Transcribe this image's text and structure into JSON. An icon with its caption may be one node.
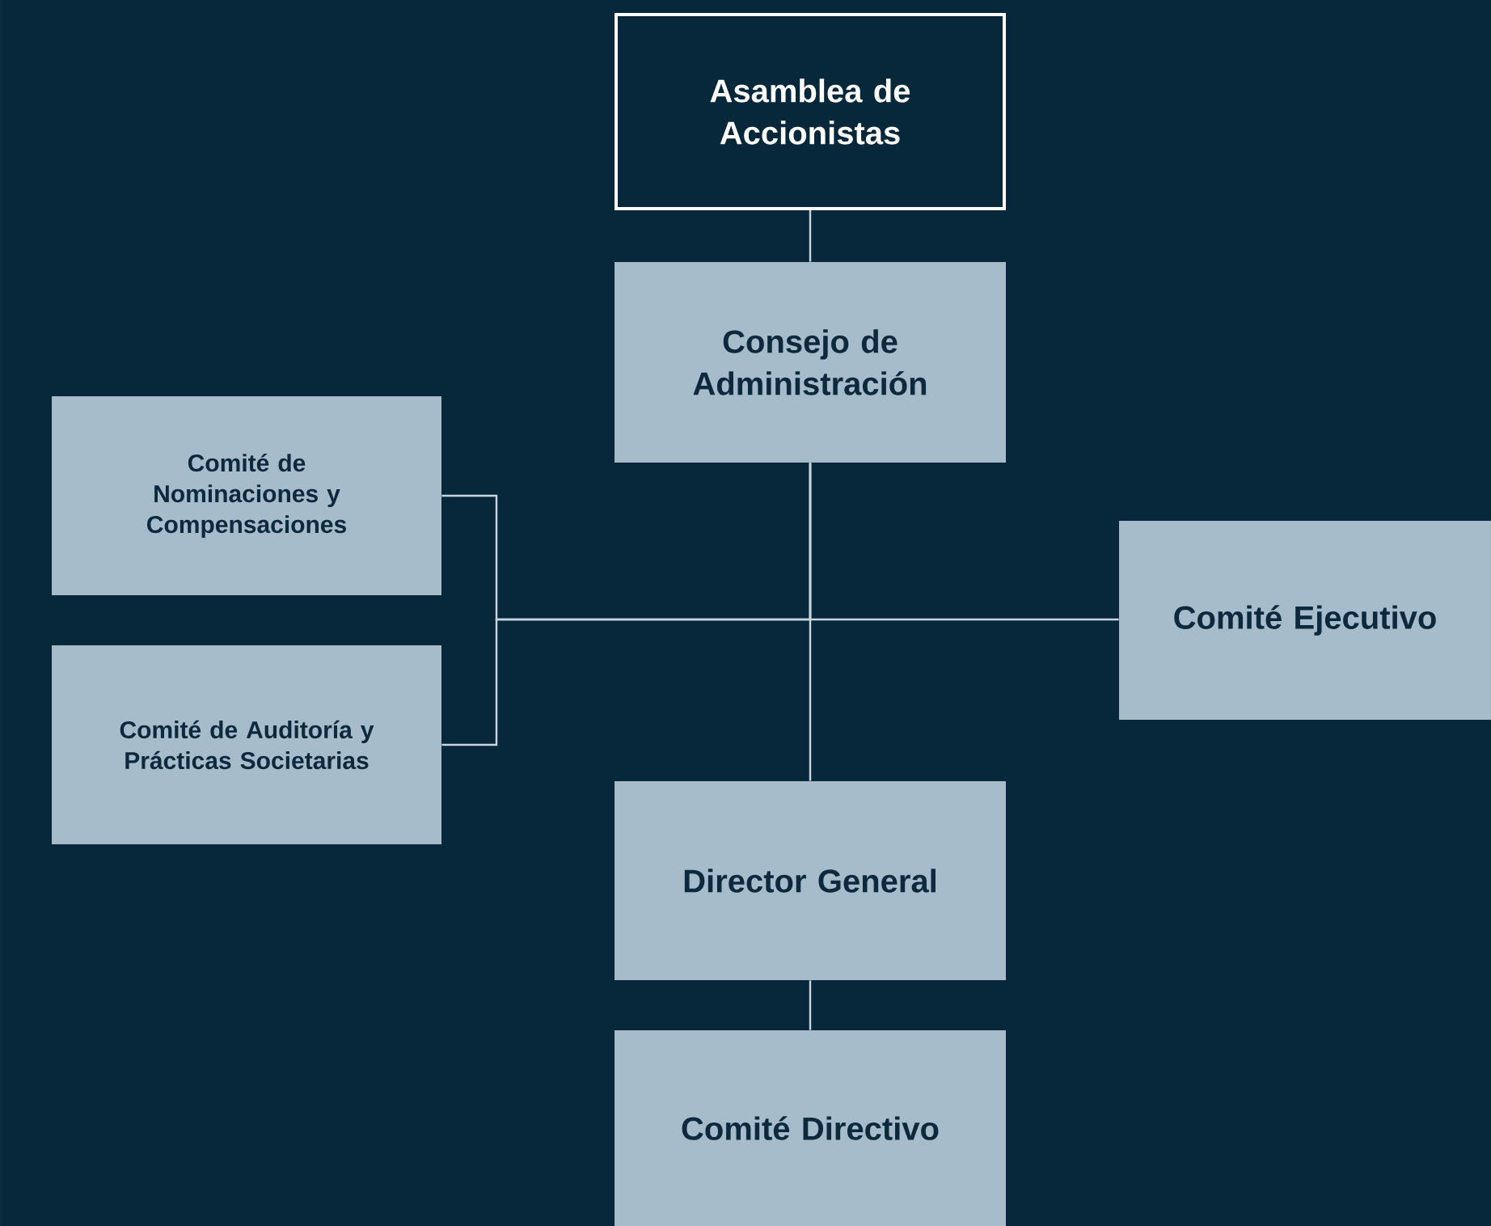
{
  "diagram": {
    "nodes": [
      {
        "text": [
          "Asamblea de Accionistas"
        ]
      },
      {
        "text": [
          "Consejo de Administración"
        ]
      },
      {
        "text": [
          "Comité de Nominaciones y Compensaciones"
        ]
      },
      {
        "text": [
          "Comité de Auditoría y Prácticas Societarias"
        ]
      },
      {
        "text": [
          "Comité Ejecutivo"
        ]
      },
      {
        "text": [
          "Director General"
        ]
      },
      {
        "text": [
          "Comité Directivo"
        ]
      }
    ],
    "edges": [
      {
        "from": 0,
        "to": 1,
        "arrow": "none"
      },
      {
        "from": 1,
        "to": 5,
        "arrow": "none"
      },
      {
        "from": 1,
        "to": 4,
        "arrow": "none"
      },
      {
        "from": 1,
        "to": 2,
        "arrow": "none"
      },
      {
        "from": 1,
        "to": 3,
        "arrow": "none"
      },
      {
        "from": 5,
        "to": 6,
        "arrow": "none"
      }
    ]
  }
}
